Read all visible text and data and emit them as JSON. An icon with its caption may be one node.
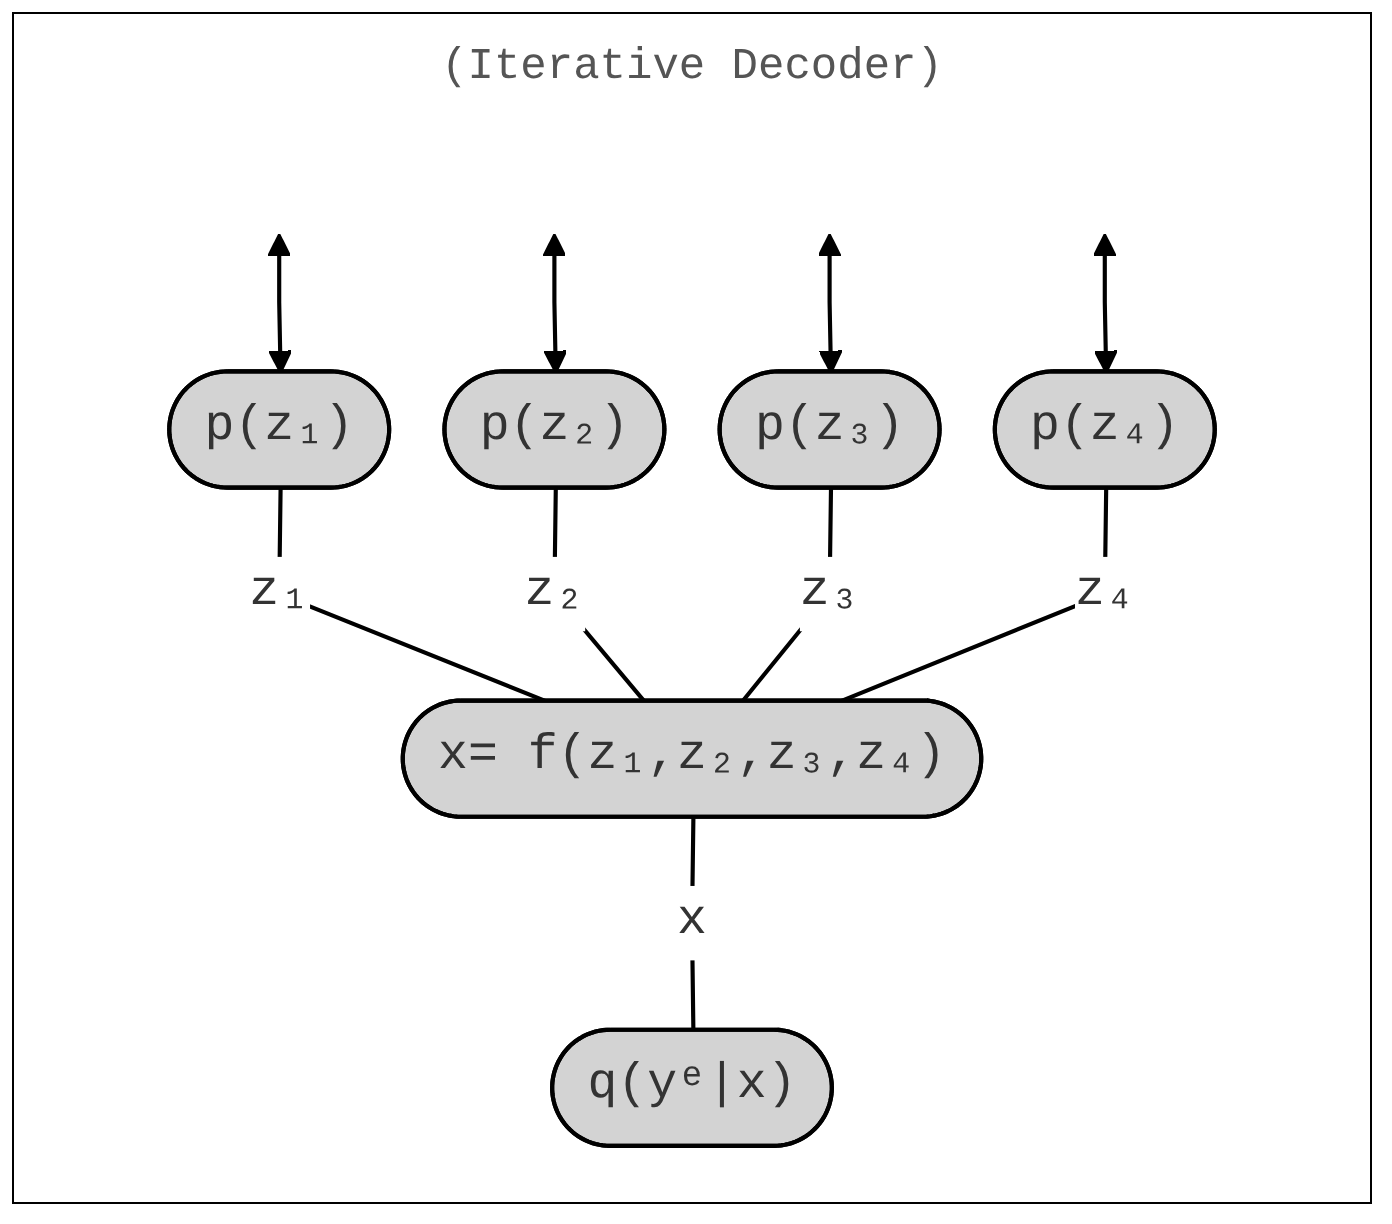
{
  "diagram": {
    "title": "(Iterative Decoder)",
    "nodes": [
      {
        "text": [
          "p(z₁)"
        ]
      },
      {
        "text": [
          "p(z₂)"
        ]
      },
      {
        "text": [
          "p(z₃)"
        ]
      },
      {
        "text": [
          "p(z₄)"
        ]
      },
      {
        "text": [
          "x= f(z₁,z₂,z₃,z₄)"
        ]
      },
      {
        "text": [
          "q(yᵉ|x)"
        ]
      }
    ],
    "edges": [
      {
        "from": null,
        "to": 0,
        "arrow": "both"
      },
      {
        "from": null,
        "to": 1,
        "arrow": "both"
      },
      {
        "from": null,
        "to": 2,
        "arrow": "both"
      },
      {
        "from": null,
        "to": 3,
        "arrow": "both"
      },
      {
        "from": 0,
        "to": 4,
        "arrow": "none",
        "label": "z₁"
      },
      {
        "from": 1,
        "to": 4,
        "arrow": "none",
        "label": "z₂"
      },
      {
        "from": 2,
        "to": 4,
        "arrow": "none",
        "label": "z₃"
      },
      {
        "from": 3,
        "to": 4,
        "arrow": "none",
        "label": "z₄"
      },
      {
        "from": 4,
        "to": 5,
        "arrow": "none",
        "label": "x"
      }
    ]
  }
}
